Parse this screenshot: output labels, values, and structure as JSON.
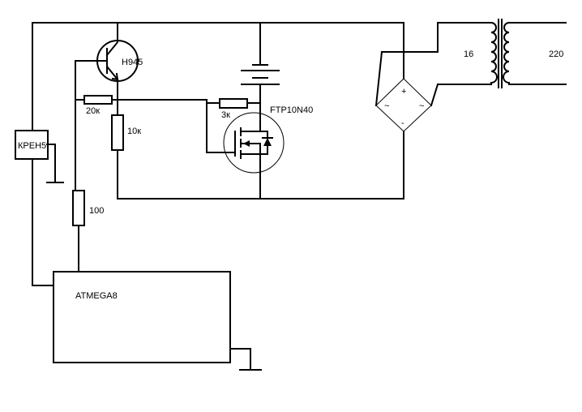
{
  "labels": {
    "regulator": "КРЕН5",
    "transistor": "H945",
    "r_base": "20к",
    "r_pull": "10к",
    "r_gate": "3к",
    "r_lower": "100",
    "mosfet": "FTP10N40",
    "mcu": "ATMEGA8",
    "sec_voltage": "16",
    "pri_voltage": "220",
    "bridge_plus": "+",
    "bridge_minus": "-",
    "bridge_ac_left": "~",
    "bridge_ac_right": "~"
  }
}
